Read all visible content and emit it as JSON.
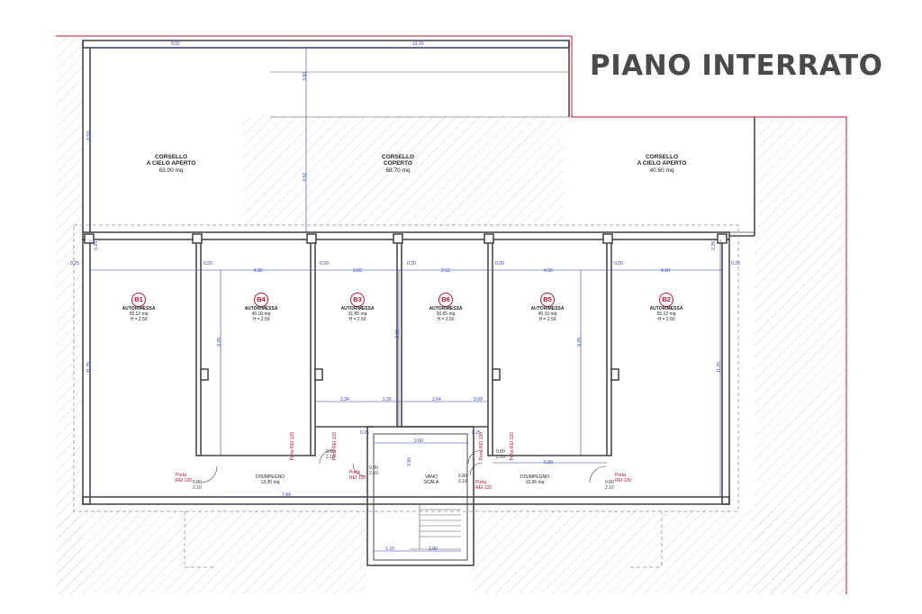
{
  "title": "PIANO INTERRATO",
  "corselli": [
    {
      "l1": "CORSELLO",
      "l2": "A CIELO APERTO",
      "area": "63.00 mq"
    },
    {
      "l1": "CORSELLO",
      "l2": "COPERTO",
      "area": "68.70 mq"
    },
    {
      "l1": "CORSELLO",
      "l2": "A CIELO APERTO",
      "area": "40.60 mq"
    }
  ],
  "garages": [
    {
      "code": "B1",
      "name": "AUTORIMESSA",
      "area": "55.12 mq",
      "h": "H = 2.50"
    },
    {
      "code": "B4",
      "name": "AUTORIMESSA",
      "area": "45.10 mq",
      "h": "H = 2.50"
    },
    {
      "code": "B3",
      "name": "AUTORIMESSA",
      "area": "31.85 mq",
      "h": "H = 2.50"
    },
    {
      "code": "B6",
      "name": "AUTORIMESSA",
      "area": "30.65 mq",
      "h": "H = 2.50"
    },
    {
      "code": "B5",
      "name": "AUTORIMESSA",
      "area": "45.10 mq",
      "h": "H = 2.50"
    },
    {
      "code": "B2",
      "name": "AUTORIMESSA",
      "area": "55.12 mq",
      "h": "H = 2.50"
    }
  ],
  "disimpegni": [
    {
      "name": "DISIMPEGNO",
      "area": "13.35 mq"
    },
    {
      "name": "DISIMPEGNO",
      "area": "10.96 mq"
    }
  ],
  "vano": {
    "l1": "VANO",
    "l2": "SCALA"
  },
  "doors": {
    "l1": "Porta",
    "l2": "REI 120"
  },
  "dims_top": {
    "d1": "8.02",
    "d2": "13.20",
    "d3": "3.90",
    "d4": "6.59",
    "d5": "4.16"
  },
  "dims_row": {
    "a": "4.90",
    "b": "3.60",
    "c": "3.63",
    "d": "4.90",
    "e": "4.90"
  },
  "dims_wall": {
    "w1": "0.20",
    "w2": "0.20",
    "w3": "0.20",
    "w4": "0.20",
    "w5": "0.20",
    "e1": "0.25",
    "e2": "0.25",
    "e3": "0.25",
    "e4": "0.25"
  },
  "dims_height": {
    "h1": "11.25",
    "h2": "11.25",
    "h3": "9.25",
    "h4": "9.25",
    "h5": "6.19"
  },
  "dims_inner": {
    "i1": "2.34",
    "i2": "1.26",
    "i3": "2.64",
    "i4": "0.99",
    "i5": "2.60",
    "i6": "6.09",
    "i7": "7.44",
    "i8": "1.10",
    "i9": "2.90",
    "i10": "0.25",
    "i11": "0.25",
    "i12": "2.80"
  },
  "door_sizes": {
    "a": "0.80",
    "b": "2.10"
  },
  "colors": {
    "wall": "#4a4a4a",
    "dimension": "#2c3fb8",
    "boundary": "#c8102e",
    "hatch": "#b5b5b5"
  }
}
